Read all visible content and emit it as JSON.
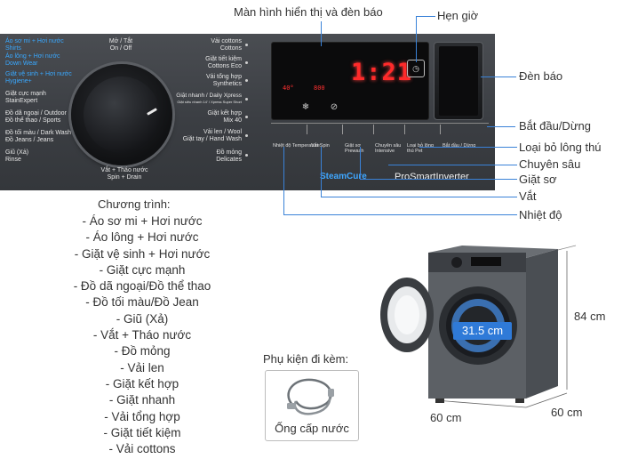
{
  "panel": {
    "dial_left_labels": [
      "Áo sơ mi + Hơi nước",
      "Shirts",
      "Áo lông + Hơi nước",
      "Down Wear",
      "Giặt vệ sinh + Hơi nước",
      "Hygiene+",
      "Giặt cực mạnh",
      "StainExpert",
      "Đồ dã ngoại / Outdoor",
      "Đồ thể thao / Sports",
      "Đồ tối màu / Dark Wash",
      "Đồ Jeans / Jeans",
      "Giũ (Xả)",
      "Rinse"
    ],
    "onoff_vi": "Mở / Tắt",
    "onoff_en": "On / Off",
    "spin_vi": "Vắt + Tháo nước",
    "spin_en": "Spin + Drain",
    "dial_right_labels": [
      "Vải cottons",
      "Cottons",
      "Giặt tiết kiệm",
      "Cottons Eco",
      "Vải tổng hợp",
      "Synthetics",
      "Giặt nhanh / Daily Xpress",
      "Giặt siêu nhanh 14' / Xpress Super Short",
      "Giặt kết hợp",
      "Mix 40",
      "Vải len / Wool",
      "Giặt tay / Hand Wash",
      "Đồ mỏng",
      "Delicates"
    ],
    "display_time": "1:21",
    "button_labels": [
      "Nhiệt độ Temperature",
      "Vắt Spin",
      "Giặt sơ Prewash",
      "Chuyên sâu Intensive",
      "Loại bỏ lông thú Pet",
      "Bắt đầu / Dừng"
    ],
    "brand_steam": "SteamCure",
    "brand_inverter": "ProSmartInverter"
  },
  "annotations": {
    "display": "Màn hình hiển thị và đèn báo",
    "timer": "Hẹn giờ",
    "indicator": "Đèn báo",
    "start_stop": "Bắt đầu/Dừng",
    "pet_hair": "Loại bỏ lông thú",
    "intensive": "Chuyên sâu",
    "prewash": "Giặt sơ",
    "spin": "Vắt",
    "temperature": "Nhiệt độ"
  },
  "programs": {
    "title": "Chương trình:",
    "items": [
      "- Áo sơ mi + Hơi nước",
      "- Áo lông + Hơi nước",
      "- Giặt vệ sinh + Hơi nước",
      "- Giặt cực mạnh",
      "- Đồ dã ngoại/Đồ thể thao",
      "- Đồ tối màu/Đồ Jean",
      "- Giũ (Xả)",
      "- Vắt + Tháo nước",
      "- Đồ mỏng",
      "- Vải len",
      "- Giặt kết hợp",
      "- Giặt nhanh",
      "- Vải tổng hợp",
      "- Giặt tiết kiệm",
      "- Vải cottons"
    ]
  },
  "accessory": {
    "title": "Phụ kiện đi kèm:",
    "name": "Ống cấp nước"
  },
  "machine": {
    "height": "84 cm",
    "width": "60 cm",
    "depth": "60 cm",
    "door": "31.5 cm"
  },
  "colors": {
    "line": "#3a82d8",
    "panel": "#3b3e43",
    "display_red": "#ff2a2a",
    "highlight": "#39a8ff"
  }
}
